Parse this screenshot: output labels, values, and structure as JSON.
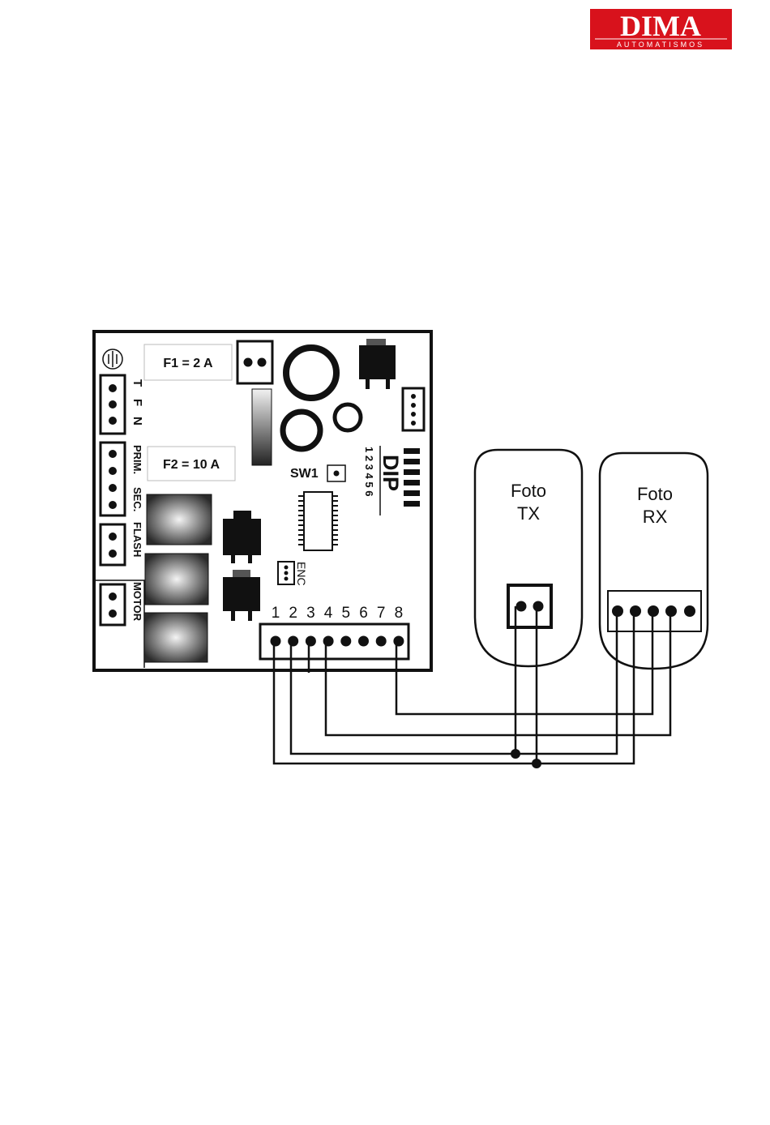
{
  "logo": {
    "brand": "DIMA",
    "tagline": "AUTOMATISMOS",
    "color": "#d8121c"
  },
  "board": {
    "fuse1": "F1 = 2 A",
    "fuse2": "F2 = 10 A",
    "sw1": "SW1",
    "dip": "DIP",
    "dip_numbers": "1 2 3 4 5 6",
    "enc": "ENC",
    "left_labels": {
      "t": "T",
      "f": "F",
      "n": "N",
      "prim": "PRIM.",
      "sec": "SEC.",
      "flash": "FLASH",
      "motor": "MOTOR"
    },
    "terminal_numbers": [
      "1",
      "2",
      "3",
      "4",
      "5",
      "6",
      "7",
      "8"
    ]
  },
  "devices": {
    "tx": {
      "line1": "Foto",
      "line2": "TX"
    },
    "rx": {
      "line1": "Foto",
      "line2": "RX"
    }
  },
  "icons": [
    "ground-icon"
  ],
  "colors": {
    "ink": "#111111",
    "background": "#ffffff"
  }
}
